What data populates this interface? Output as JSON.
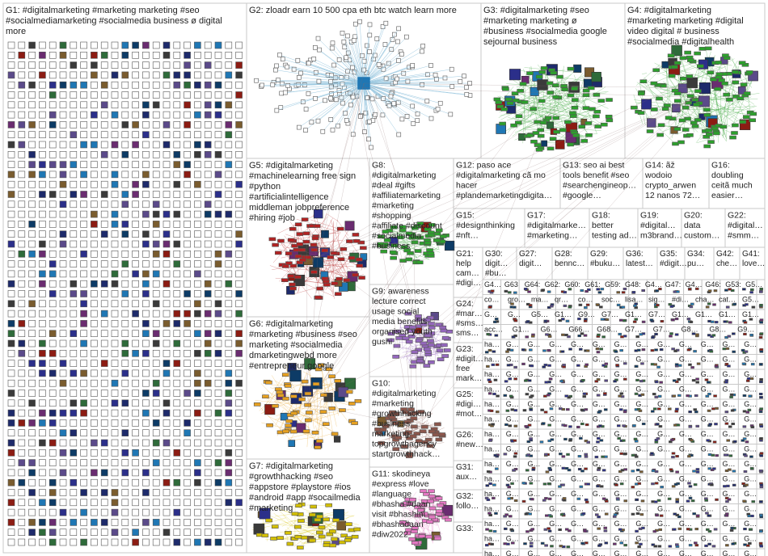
{
  "graph": {
    "background": "#ffffff",
    "border_color": "#c8c8c8",
    "groups": [
      {
        "id": "G1",
        "lines": [
          "G1: #digitalmarketing #marketing marketing #seo",
          "#socialmediamarketing #socialmedia business ø digital",
          "more"
        ],
        "color": "#2b2f8a"
      },
      {
        "id": "G2",
        "lines": [
          "G2: zloadr earn 10 500 cpa eth btc watch learn more"
        ],
        "color": "#1f77b4"
      },
      {
        "id": "G3",
        "lines": [
          "G3: #digitalmarketing #seo",
          "#marketing marketing ø",
          "#business #socialmedia google",
          "sejournal business"
        ],
        "color": "#2ca02c"
      },
      {
        "id": "G4",
        "lines": [
          "G4: #digitalmarketing",
          "#marketing marketing #digital",
          "video digital # business",
          "#socialmedia #digitalhealth"
        ],
        "color": "#2ca02c"
      },
      {
        "id": "G5",
        "lines": [
          "G5: #digitalmarketing",
          "#machinelearning free sign",
          "#python",
          "#artificialintelligence",
          "middleman jobpreference",
          "#hiring #job"
        ],
        "color": "#b22222"
      },
      {
        "id": "G6",
        "lines": [
          "G6: #digitalmarketing",
          "#marketing #business #seo",
          "marketing #socialmedia",
          "dmarketingwebd more",
          "#entrepreneur google"
        ],
        "color": "#e6a020"
      },
      {
        "id": "G7",
        "lines": [
          "G7: #digitalmarketing",
          "#growthhacking #seo",
          "#appstore #playstore #ios",
          "#android #app #socailmedia",
          "#marketing"
        ],
        "color": "#d4c000"
      },
      {
        "id": "G8",
        "lines": [
          "G8:",
          "#digitalmarketing",
          "#deal #gifts",
          "#affiliatemarketing",
          "#marketing",
          "#shopping",
          "#affiliate #discount",
          "#socialmedia",
          "#business"
        ],
        "color": "#2ca02c"
      },
      {
        "id": "G9",
        "lines": [
          "G9: awareness",
          "lecture correct",
          "usage social",
          "media benefits",
          "organised youth",
          "gushi"
        ],
        "color": "#9467bd"
      },
      {
        "id": "G10",
        "lines": [
          "G10:",
          "#digitalmarketing",
          "#marketing",
          "#growthhacking",
          "#business",
          "marketing",
          "topgrowthagency",
          "startgrowthhack…"
        ],
        "color": "#8c564b"
      },
      {
        "id": "G11",
        "lines": [
          "G11: skodineya",
          "#express #love",
          "#language",
          "#bhasha #daan",
          "visit #bhashini",
          "#bhashadaan",
          "#diw2022"
        ],
        "color": "#e377c2"
      },
      {
        "id": "G12",
        "lines": [
          "G12: paso ace",
          "#digitalmarketing cã mo",
          "hacer",
          "#plandemarketingdigita…"
        ],
        "color": "#7f7f7f"
      },
      {
        "id": "G13",
        "lines": [
          "G13: seo ai best",
          "tools benefit #seo",
          "#searchengineop…",
          "#google…"
        ],
        "color": "#17becf"
      },
      {
        "id": "G14",
        "lines": [
          "G14: ãž",
          "wodoio",
          "crypto_arwen",
          "12 nanos 72…"
        ],
        "color": "#7f7f7f"
      },
      {
        "id": "G16",
        "lines": [
          "G16:",
          "doubling",
          "ceitã much",
          "easier…"
        ],
        "color": "#7f7f7f"
      },
      {
        "id": "G15",
        "lines": [
          "G15:",
          "#designthinking",
          "#nft…"
        ],
        "color": "#bcbd22"
      },
      {
        "id": "G17",
        "lines": [
          "G17:",
          "#digitalmarke…",
          "#marketing…"
        ],
        "color": "#e377c2"
      },
      {
        "id": "G18",
        "lines": [
          "G18:",
          "better",
          "testing ad…"
        ],
        "color": "#ff7f0e"
      },
      {
        "id": "G19",
        "lines": [
          "G19:",
          "#digital…",
          "m3brand…"
        ],
        "color": "#9467bd"
      },
      {
        "id": "G20",
        "lines": [
          "G20:",
          "data",
          "custom…"
        ],
        "color": "#17becf"
      },
      {
        "id": "G22",
        "lines": [
          "G22:",
          "#digital…",
          "#smm…"
        ],
        "color": "#d62728"
      },
      {
        "id": "G21",
        "lines": [
          "G21:",
          "help",
          "cam…",
          "#digi…"
        ],
        "color": "#7f7f7f"
      },
      {
        "id": "G24",
        "lines": [
          "G24:",
          "#mar…",
          "#sms…",
          "sms…"
        ],
        "color": "#7f7f7f"
      },
      {
        "id": "G23",
        "lines": [
          "G23:",
          "#digit…",
          "free",
          "mark…"
        ],
        "color": "#7f7f7f"
      },
      {
        "id": "G25",
        "lines": [
          "G25:",
          "#digi…",
          "#mot…"
        ],
        "color": "#7f7f7f"
      },
      {
        "id": "G26",
        "lines": [
          "G26:",
          "#new…"
        ],
        "color": "#7f7f7f"
      },
      {
        "id": "G31",
        "lines": [
          "G31:",
          "aux…"
        ],
        "color": "#7f7f7f"
      },
      {
        "id": "G32",
        "lines": [
          "G32:",
          "follo…"
        ],
        "color": "#7f7f7f"
      },
      {
        "id": "G33",
        "lines": [
          "G33:"
        ],
        "color": "#7f7f7f"
      },
      {
        "id": "G30",
        "lines": [
          "G30:",
          "digit…",
          "#bu…"
        ],
        "color": "#7f7f7f"
      },
      {
        "id": "G27",
        "lines": [
          "G27:",
          "digit…"
        ],
        "color": "#7f7f7f"
      },
      {
        "id": "G28",
        "lines": [
          "G28:",
          "bennc…"
        ],
        "color": "#7f7f7f"
      },
      {
        "id": "G29",
        "lines": [
          "G29:",
          "#buku…"
        ],
        "color": "#7f7f7f"
      },
      {
        "id": "G36",
        "lines": [
          "G36:",
          "latest…"
        ],
        "color": "#7f7f7f"
      },
      {
        "id": "G35",
        "lines": [
          "G35:",
          "#digit…"
        ],
        "color": "#7f7f7f"
      },
      {
        "id": "G34",
        "lines": [
          "G34:",
          "pu…"
        ],
        "color": "#7f7f7f"
      },
      {
        "id": "G42",
        "lines": [
          "G42:",
          "che…"
        ],
        "color": "#7f7f7f"
      },
      {
        "id": "G41",
        "lines": [
          "G41:",
          "love…"
        ],
        "color": "#7f7f7f"
      }
    ],
    "small_rows": [
      [
        "G4…",
        "G63",
        "G64:",
        "G62:",
        "G60:",
        "G61:",
        "G59:",
        "G48:",
        "G4…",
        "G47:",
        "G4…",
        "G46:",
        "G53:",
        "G5…"
      ],
      [
        "co…",
        "gro…",
        "ma…",
        "qr…",
        "co…",
        "soc…",
        "lisa…",
        "sig…",
        "#di…",
        "cha…",
        "cat…",
        "G5…"
      ],
      [
        "G…",
        "G…",
        "G5…",
        "G1…",
        "G9…",
        "G7…",
        "G1…",
        "G7…",
        "G1…",
        "G1…",
        "G1…",
        "G1…"
      ],
      [
        "acc…",
        "G1…",
        "G6…",
        "G66…",
        "G68…",
        "G7…",
        "G7…",
        "G8…",
        "G8…",
        "G9…"
      ],
      [
        "ha…",
        "G…",
        "G…",
        "G…",
        "G…",
        "G…",
        "G…",
        "G…",
        "G…",
        "G…",
        "G…",
        "G…",
        "G…"
      ]
    ]
  }
}
